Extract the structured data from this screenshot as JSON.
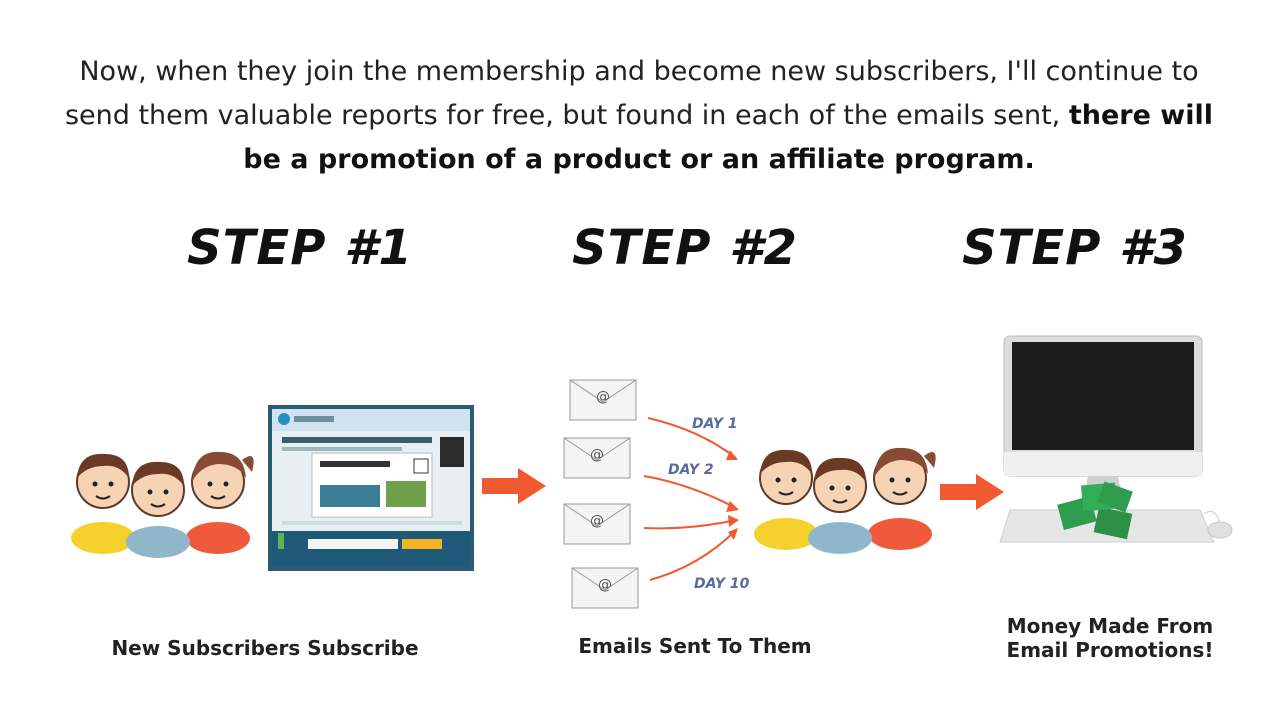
{
  "intro": {
    "normal": "Now, when they join the membership and become new subscribers, I'll continue to send them valuable reports for free, but found in each of the emails sent, ",
    "bold": "there will be a promotion of a product or an affiliate program."
  },
  "steps": [
    {
      "label": "STEP #1",
      "caption": "New Subscribers Subscribe"
    },
    {
      "label": "STEP #2",
      "caption": "Emails Sent To Them"
    },
    {
      "label": "STEP #3",
      "caption_line1": "Money Made From",
      "caption_line2": "Email Promotions!"
    }
  ],
  "emails": {
    "symbol": "@",
    "days": [
      "DAY 1",
      "DAY 2",
      "DAY 10"
    ]
  },
  "colors": {
    "arrow": "#f15a30",
    "shirt_yellow": "#f5d22b",
    "shirt_blue": "#8fb6c9",
    "shirt_red": "#f05a3c",
    "money": "#2e9e4e",
    "day_label": "#5b6aa0"
  }
}
